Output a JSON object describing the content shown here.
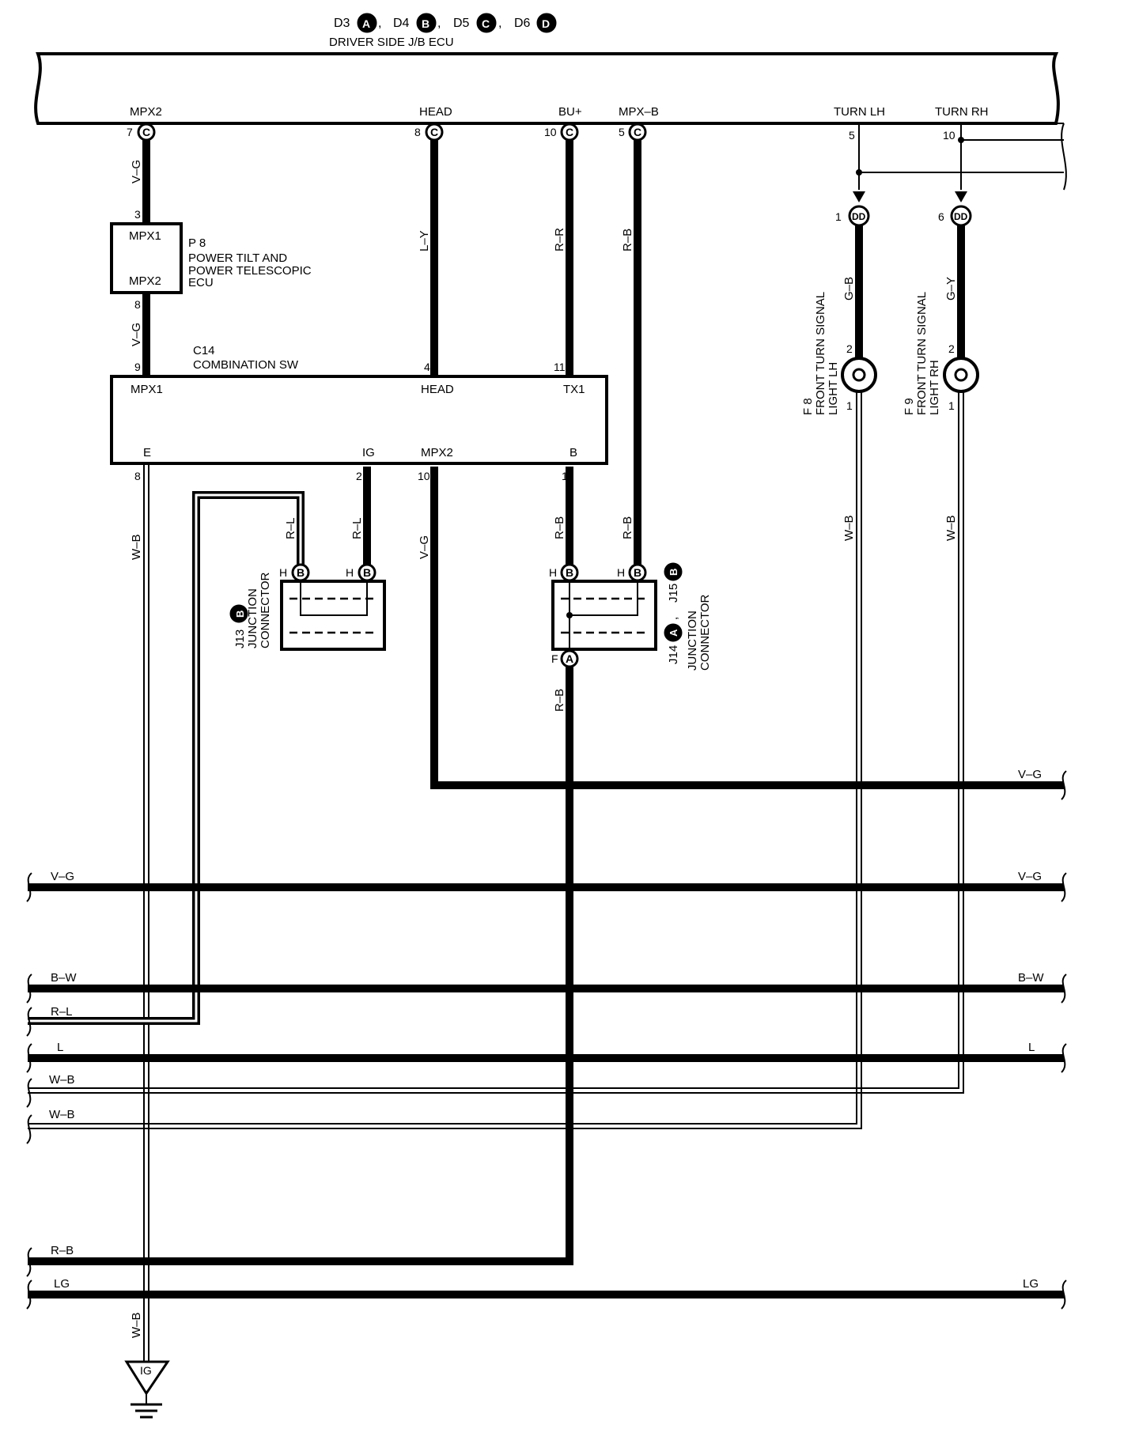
{
  "header": {
    "connectors": [
      {
        "id": "D3",
        "letter": "A"
      },
      {
        "id": "D4",
        "letter": "B"
      },
      {
        "id": "D5",
        "letter": "C"
      },
      {
        "id": "D6",
        "letter": "D"
      }
    ],
    "ecu_name": "DRIVER SIDE J/B ECU"
  },
  "ecu_terminals": {
    "mpx2": {
      "name": "MPX2",
      "pin": "7",
      "conn": "C"
    },
    "head": {
      "name": "HEAD",
      "pin": "8",
      "conn": "C"
    },
    "bu": {
      "name": "BU+",
      "pin": "10",
      "conn": "C"
    },
    "mpxb": {
      "name": "MPX–B",
      "pin": "5",
      "conn": "C"
    },
    "turnlh": {
      "name": "TURN LH",
      "pin": "5"
    },
    "turnrh": {
      "name": "TURN RH",
      "pin": "10"
    }
  },
  "p8": {
    "id": "P 8",
    "line1": "POWER TILT AND",
    "line2": "POWER TELESCOPIC",
    "line3": "ECU",
    "pin_top": "3",
    "pin_bottom": "8",
    "term_top": "MPX1",
    "term_bottom": "MPX2"
  },
  "c14": {
    "id": "C14",
    "name": "COMBINATION SW",
    "pins_top": [
      {
        "pin": "9",
        "term": "MPX1"
      },
      {
        "pin": "4",
        "term": "HEAD"
      },
      {
        "pin": "11",
        "term": "TX1"
      }
    ],
    "pins_bottom": [
      {
        "pin": "8",
        "term": "E"
      },
      {
        "pin": "2",
        "term": "IG"
      },
      {
        "pin": "10",
        "term": "MPX2"
      },
      {
        "pin": "1",
        "term": "B"
      }
    ]
  },
  "junctions": {
    "j13": {
      "id": "J13",
      "conn": "B",
      "line1": "JUNCTION",
      "line2": "CONNECTOR",
      "pin": "H",
      "pin_conn": "B"
    },
    "j14": {
      "id": "J14",
      "conn": "A",
      "sep": ",",
      "id2": "J15",
      "conn2": "B",
      "line1": "JUNCTION",
      "line2": "CONNECTOR",
      "pin": "H",
      "pin_conn": "B",
      "out_pin": "F",
      "out_conn": "A"
    }
  },
  "turn_lights": {
    "lh": {
      "id": "F 8",
      "line1": "FRONT TURN SIGNAL",
      "line2": "LIGHT LH",
      "pin_in": "1",
      "conn": "DD",
      "pin2": "2",
      "pin1": "1"
    },
    "rh": {
      "id": "F 9",
      "line1": "FRONT TURN SIGNAL",
      "line2": "LIGHT RH",
      "pin_in": "6",
      "conn": "DD",
      "pin2": "2",
      "pin1": "1"
    }
  },
  "wire_colors": {
    "vg": "V–G",
    "ly": "L–Y",
    "rr": "R–R",
    "rb": "R–B",
    "gb": "G–B",
    "gy": "G–Y",
    "wb": "W–B",
    "rl": "R–L",
    "bw": "B–W",
    "l": "L",
    "lg": "LG"
  },
  "ground": {
    "label": "IG"
  }
}
